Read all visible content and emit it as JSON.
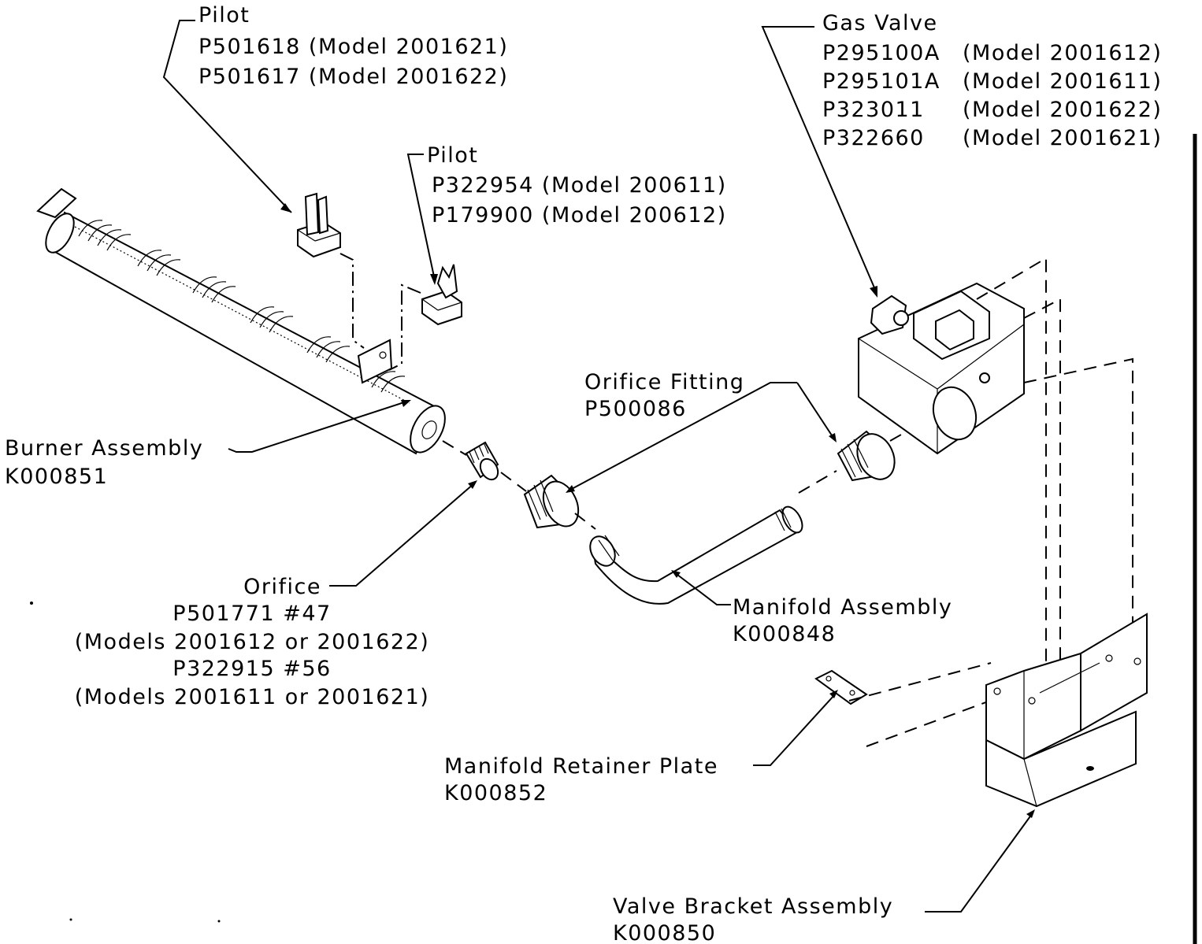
{
  "labels": {
    "pilot_a": {
      "title": "Pilot",
      "line1": "P501618 (Model 2001621)",
      "line2": "P501617 (Model 2001622)"
    },
    "pilot_b": {
      "title": "Pilot",
      "line1": "P322954 (Model 200611)",
      "line2": "P179900 (Model 200612)"
    },
    "gas_valve": {
      "title": "Gas Valve",
      "parts": [
        {
          "part": "P295100A",
          "model": "(Model 2001612)"
        },
        {
          "part": "P295101A",
          "model": "(Model 2001611)"
        },
        {
          "part": "P323011",
          "model": "(Model 2001622)"
        },
        {
          "part": "P322660",
          "model": "(Model 2001621)"
        }
      ]
    },
    "burner": {
      "title": "Burner Assembly",
      "part": "K000851"
    },
    "orifice_fitting": {
      "title": "Orifice Fitting",
      "part": "P500086"
    },
    "orifice": {
      "title": "Orifice",
      "line1": "P501771 #47",
      "line2": "(Models 2001612 or 2001622)",
      "line3": "P322915 #56",
      "line4": "(Models 2001611 or 2001621)"
    },
    "manifold": {
      "title": "Manifold Assembly",
      "part": "K000848"
    },
    "retainer": {
      "title": "Manifold Retainer Plate",
      "part": "K000852"
    },
    "bracket": {
      "title": "Valve Bracket Assembly",
      "part": "K000850"
    }
  }
}
